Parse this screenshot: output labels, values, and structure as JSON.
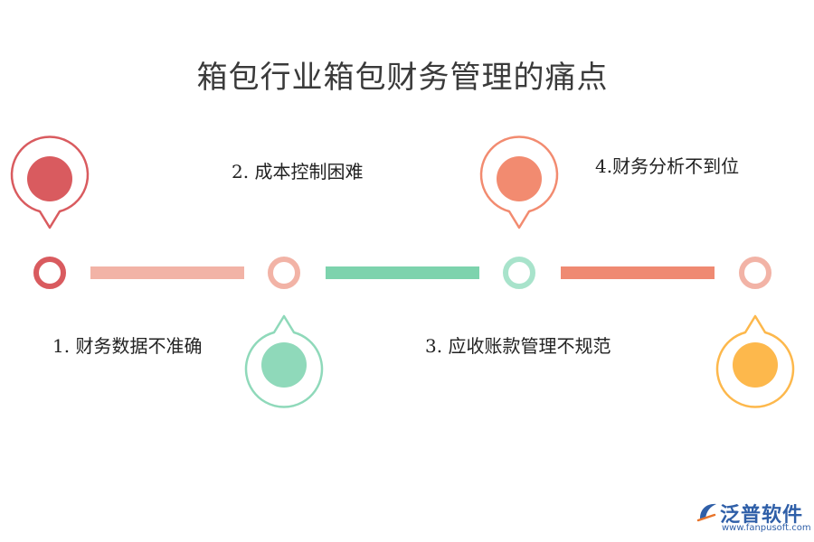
{
  "title": "箱包行业箱包财务管理的痛点",
  "steps": [
    {
      "label": "1.  财务数据不准确",
      "color": "#d95b5f"
    },
    {
      "label": "2.  成本控制困难",
      "color": "#f0aea2"
    },
    {
      "label": "3.    应收账款管理不规范",
      "color": "#88d9b7"
    },
    {
      "label": "4.财务分析不到位",
      "color": "#f2876e"
    }
  ],
  "colors": {
    "pin1": "#d95b5f",
    "pin2": "#8fd9ba",
    "pin3": "#f28b70",
    "pin4": "#fdb84c",
    "bar1": "#f2b3a6",
    "bar2": "#7dd3ad",
    "bar3": "#ef8a72"
  },
  "logo": {
    "name": "泛普软件",
    "url": "www.fanpusoft.com"
  }
}
